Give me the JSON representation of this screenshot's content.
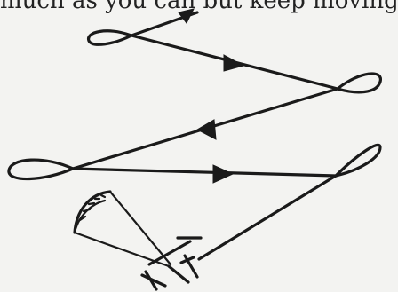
{
  "caption": {
    "text": "much as you can but keep moving"
  },
  "diagram": {
    "subject": "kite figure-eight flight path",
    "icons": [
      "kite-icon",
      "buggy-icon"
    ],
    "arrow_count": 4,
    "line_color": "#1a1a1a",
    "background_color": "#f3f3f1"
  }
}
